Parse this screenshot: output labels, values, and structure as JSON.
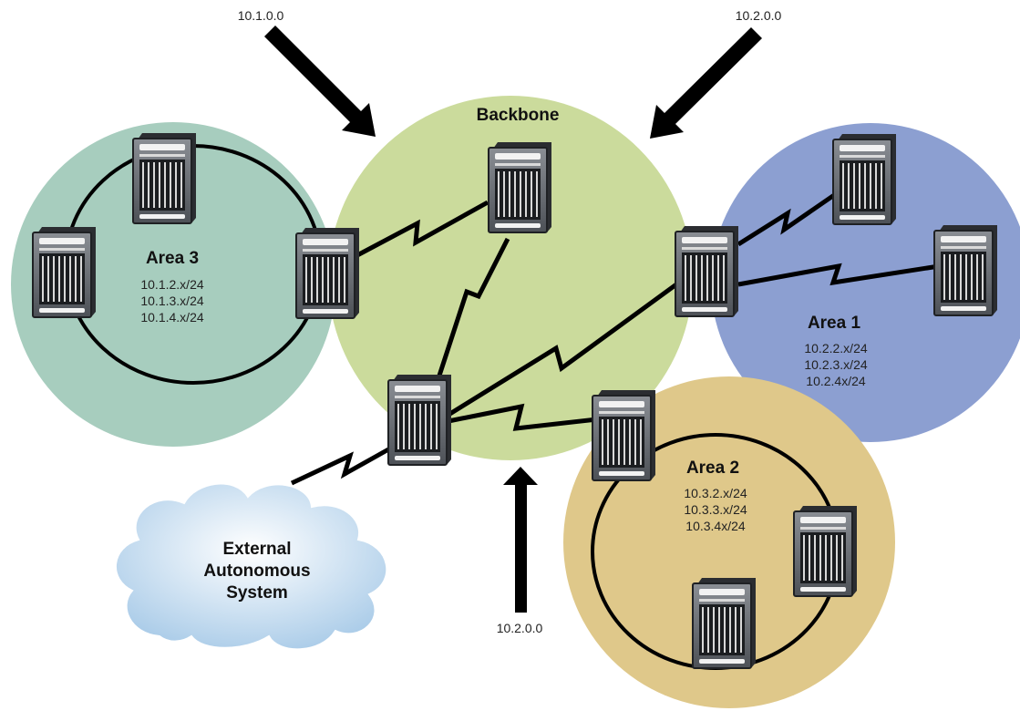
{
  "colors": {
    "backbone": "#cbdb9c",
    "area1": "#8c9fd1",
    "area2": "#dfc88a",
    "area3": "#a7cdbe",
    "cloud_light": "#ffffff",
    "cloud_dark": "#a9cbe8",
    "router_body": "#666a70",
    "links": "#000000"
  },
  "backbone": {
    "title": "Backbone"
  },
  "areas": [
    {
      "id": "area1",
      "title": "Area 1",
      "subnets": [
        "10.2.2.x/24",
        "10.2.3.x/24",
        "10.2.4x/24"
      ]
    },
    {
      "id": "area2",
      "title": "Area 2",
      "subnets": [
        "10.3.2.x/24",
        "10.3.3.x/24",
        "10.3.4x/24"
      ]
    },
    {
      "id": "area3",
      "title": "Area 3",
      "subnets": [
        "10.1.2.x/24",
        "10.1.3.x/24",
        "10.1.4.x/24"
      ]
    }
  ],
  "external": {
    "lines": [
      "External",
      "Autonomous",
      "System"
    ]
  },
  "summary_arrows": [
    {
      "id": "top-left",
      "label": "10.1.0.0"
    },
    {
      "id": "top-right",
      "label": "10.2.0.0"
    },
    {
      "id": "bottom",
      "label": "10.2.0.0"
    }
  ],
  "icons": {
    "router": "router-icon",
    "cloud": "cloud-icon",
    "arrow": "arrow-icon"
  }
}
